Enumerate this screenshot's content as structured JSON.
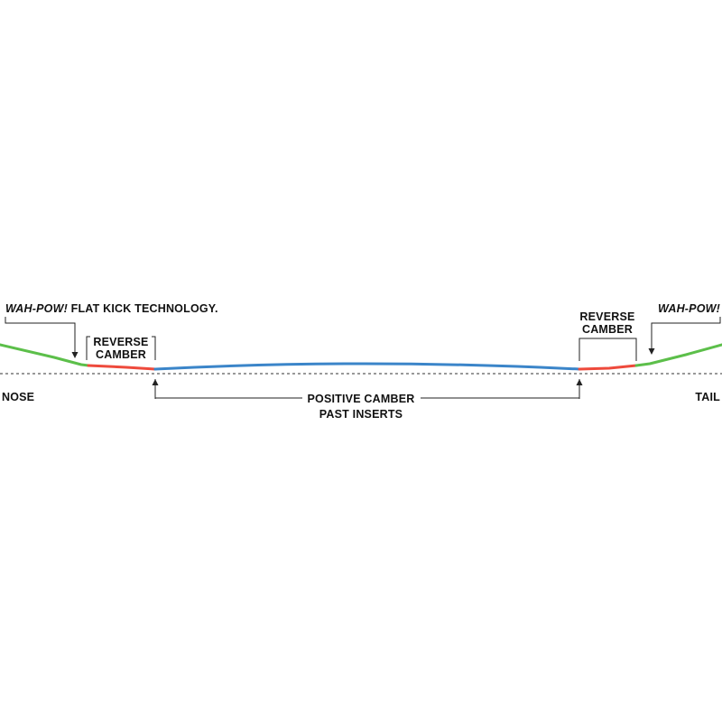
{
  "colors": {
    "kick": "#5cbf4a",
    "reverse": "#ee4a3c",
    "positive": "#3b85c9",
    "text": "#111111",
    "line": "#222222"
  },
  "labels": {
    "flat_kick_prefix": "WAH-POW!",
    "flat_kick_suffix": " FLAT KICK TECHNOLOGY.",
    "tail_kick": "WAH-POW!",
    "reverse_left_1": "REVERSE",
    "reverse_left_2": "CAMBER",
    "reverse_right_1": "REVERSE",
    "reverse_right_2": "CAMBER",
    "positive_1": "POSITIVE CAMBER",
    "positive_2": "PAST INSERTS",
    "nose": "NOSE",
    "tail": "TAIL"
  }
}
